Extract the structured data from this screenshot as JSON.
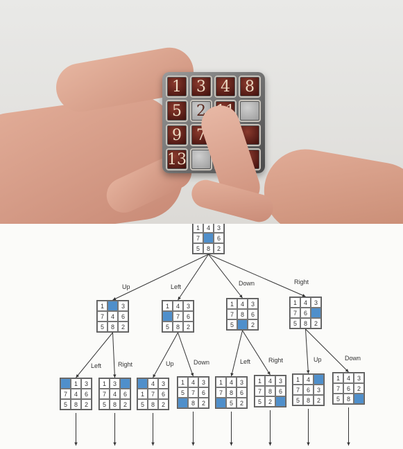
{
  "photo": {
    "caption": "",
    "tiles": [
      {
        "label": "1",
        "style": "dark"
      },
      {
        "label": "3",
        "style": "dark"
      },
      {
        "label": "4",
        "style": "dark"
      },
      {
        "label": "8",
        "style": "dark"
      },
      {
        "label": "5",
        "style": "dark"
      },
      {
        "label": "2",
        "style": "light"
      },
      {
        "label": "11",
        "style": "dark"
      },
      {
        "label": "",
        "style": "light"
      },
      {
        "label": "9",
        "style": "dark"
      },
      {
        "label": "7",
        "style": "dark"
      },
      {
        "label": "",
        "style": "dark"
      },
      {
        "label": "",
        "style": "dark"
      },
      {
        "label": "13",
        "style": "dark"
      },
      {
        "label": "",
        "style": "light"
      },
      {
        "label": "",
        "style": "dark"
      },
      {
        "label": "",
        "style": "dark"
      }
    ]
  },
  "diagram": {
    "blank_color": "#4f8fcb",
    "boards": [
      [
        "1",
        "4",
        "3",
        "7",
        "",
        "6",
        "5",
        "8",
        "2"
      ],
      [
        "1",
        "",
        "3",
        "7",
        "4",
        "6",
        "5",
        "8",
        "2"
      ],
      [
        "1",
        "4",
        "3",
        "",
        "7",
        "6",
        "5",
        "8",
        "2"
      ],
      [
        "1",
        "4",
        "3",
        "7",
        "8",
        "6",
        "5",
        "",
        "2"
      ],
      [
        "1",
        "4",
        "3",
        "7",
        "6",
        "",
        "5",
        "8",
        "2"
      ],
      [
        "",
        "1",
        "3",
        "7",
        "4",
        "6",
        "5",
        "8",
        "2"
      ],
      [
        "1",
        "3",
        "",
        "7",
        "4",
        "6",
        "5",
        "8",
        "2"
      ],
      [
        "",
        "4",
        "3",
        "1",
        "7",
        "6",
        "5",
        "8",
        "2"
      ],
      [
        "1",
        "4",
        "3",
        "5",
        "7",
        "6",
        "",
        "8",
        "2"
      ],
      [
        "1",
        "4",
        "3",
        "7",
        "8",
        "6",
        "",
        "5",
        "2"
      ],
      [
        "1",
        "4",
        "3",
        "7",
        "8",
        "6",
        "5",
        "2",
        ""
      ],
      [
        "1",
        "4",
        "",
        "7",
        "6",
        "3",
        "5",
        "8",
        "2"
      ],
      [
        "1",
        "4",
        "3",
        "7",
        "6",
        "2",
        "5",
        "8",
        ""
      ]
    ],
    "edge_labels": [
      "Up",
      "Left",
      "Down",
      "Right",
      "Left",
      "Right",
      "Up",
      "Down",
      "Left",
      "Right",
      "Up",
      "Down"
    ]
  }
}
